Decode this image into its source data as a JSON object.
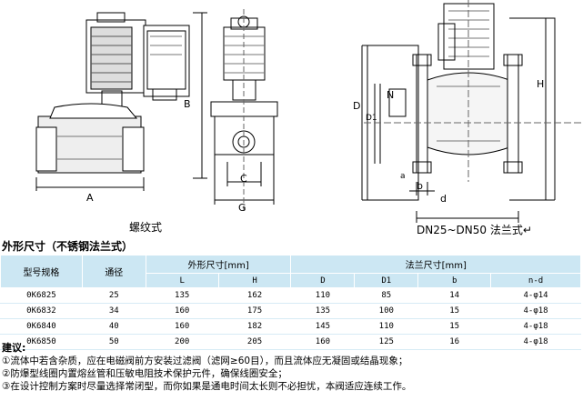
{
  "drawing": {
    "left_caption": "螺纹式",
    "right_caption": "DN25~DN50 法兰式↵",
    "dims": {
      "A": "A",
      "B": "B",
      "C": "C",
      "G": "G",
      "H": "H",
      "D": "D",
      "D1": "D1",
      "N": "N",
      "d": "d",
      "b": "b",
      "a": "a"
    }
  },
  "section_title": "外形尺寸（不锈钢法兰式）",
  "table": {
    "headers_top": {
      "model": "型号规格",
      "bore": "通径",
      "outer": "外形尺寸[mm]",
      "flange": "法兰尺寸[mm]"
    },
    "headers_sub": [
      "L",
      "H",
      "D",
      "D1",
      "b",
      "n-d"
    ],
    "rows": [
      [
        "0K6825",
        "25",
        "135",
        "162",
        "110",
        "85",
        "14",
        "4-φ14"
      ],
      [
        "0K6832",
        "34",
        "160",
        "175",
        "135",
        "100",
        "15",
        "4-φ18"
      ],
      [
        "0K6840",
        "40",
        "160",
        "182",
        "145",
        "110",
        "15",
        "4-φ18"
      ],
      [
        "0K6850",
        "50",
        "200",
        "205",
        "160",
        "125",
        "16",
        "4-φ18"
      ]
    ]
  },
  "notes": {
    "title": "建议:",
    "items": [
      "①流体中若含杂质，应在电磁阀前方安装过滤阀（滤网≥60目），而且流体应无凝固或结晶现象；",
      "②防爆型线圈内置熔丝管和压敏电阻技术保护元件，确保线圈安全；",
      "③在设计控制方案时尽量选择常闭型，而你如果是通电时间太长则不必担忧，本阀适应连续工作。"
    ]
  }
}
